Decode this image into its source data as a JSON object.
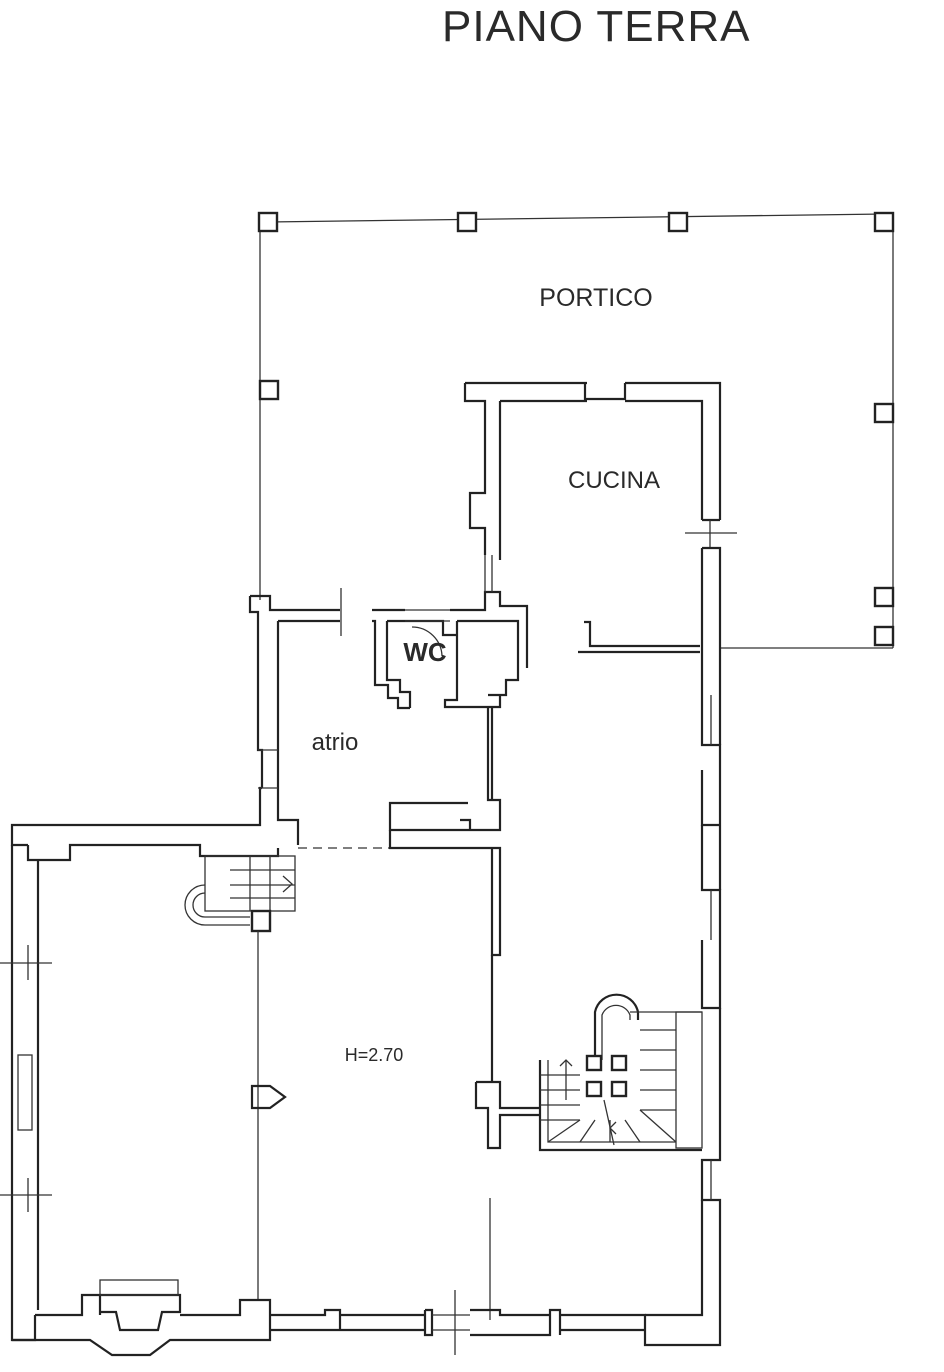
{
  "title": "PIANO TERRA",
  "rooms": {
    "portico": "PORTICO",
    "cucina": "CUCINA",
    "wc": "WC",
    "atrio": "atrio",
    "height": "H=2.70"
  }
}
